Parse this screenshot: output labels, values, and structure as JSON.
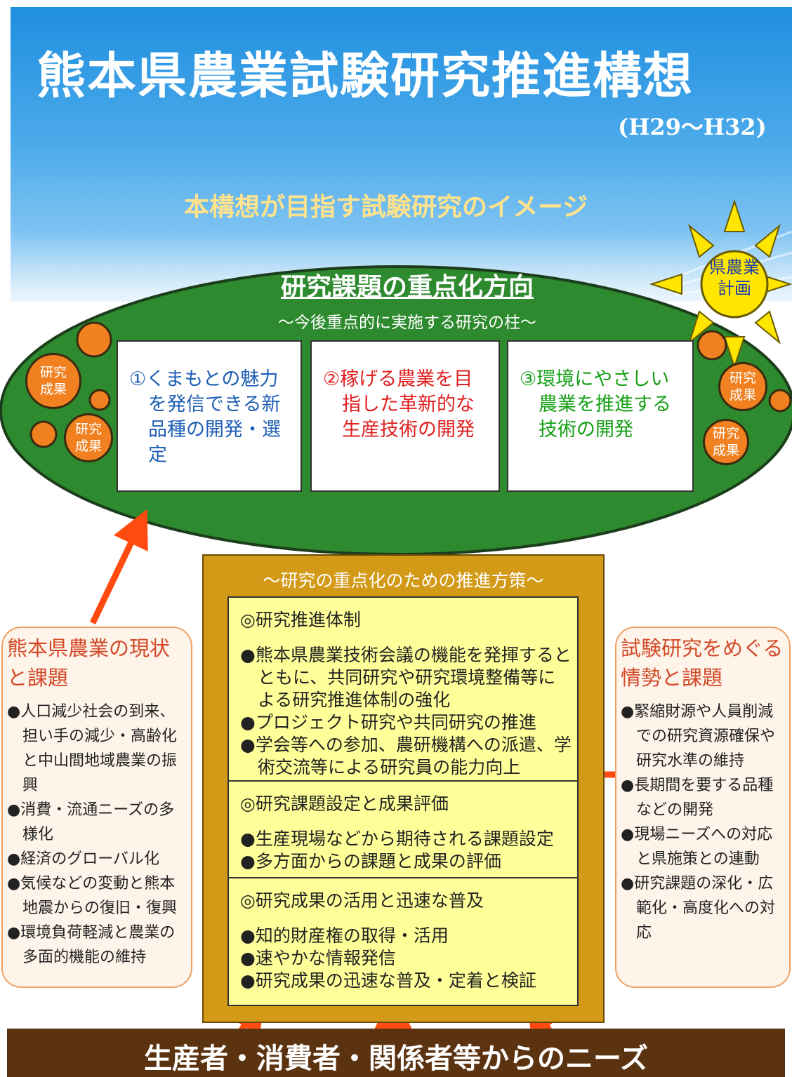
{
  "header": {
    "title": "熊本県農業試験研究推進構想",
    "period": "(H29～H32)",
    "subtitle": "本構想が目指す試験研究のイメージ"
  },
  "focus": {
    "title": "研究課題の重点化方向",
    "subtitle": "～今後重点的に実施する研究の柱～",
    "pillars": [
      {
        "text": "①くまもとの魅力を発信できる新品種の開発・選定",
        "color": "#1f5fb5"
      },
      {
        "text": "②稼げる農業を目指した革新的な生産技術の開発",
        "color": "#e02020"
      },
      {
        "text": "③環境にやさしい農業を推進する技術の開発",
        "color": "#16a016"
      }
    ],
    "orb_label": "研究\n成果"
  },
  "sun": {
    "label": "県農業\n計画"
  },
  "measures": {
    "title": "～研究の重点化のための推進方策～",
    "sections": [
      {
        "heading": "◎研究推進体制",
        "items": [
          "●熊本県農業技術会議の機能を発揮するとともに、共同研究や研究環境整備等による研究推進体制の強化",
          "●プロジェクト研究や共同研究の推進",
          "●学会等への参加、農研機構への派遣、学術交流等による研究員の能力向上"
        ]
      },
      {
        "heading": "◎研究課題設定と成果評価",
        "items": [
          "●生産現場などから期待される課題設定",
          "●多方面からの課題と成果の評価"
        ]
      },
      {
        "heading": "◎研究成果の活用と迅速な普及",
        "items": [
          "●知的財産権の取得・活用",
          "●速やかな情報発信",
          "●研究成果の迅速な普及・定着と検証"
        ]
      }
    ]
  },
  "left_panel": {
    "title": "熊本県農業の現状と課題",
    "items": [
      "●人口減少社会の到来、担い手の減少・高齢化と中山間地域農業の振興",
      "●消費・流通ニーズの多様化",
      "●経済のグローバル化",
      "●気候などの変動と熊本地震からの復旧・復興",
      "●環境負荷軽減と農業の多面的機能の維持"
    ]
  },
  "right_panel": {
    "title": "試験研究をめぐる情勢と課題",
    "items": [
      "●緊縮財源や人員削減での研究資源確保や研究水準の維持",
      "●長期間を要する品種などの開発",
      "●現場ニーズへの対応と県施策との連動",
      "●研究課題の深化・広範化・高度化への対応"
    ]
  },
  "footer": {
    "text": "生産者・消費者・関係者等からのニーズ"
  },
  "colors": {
    "sky": "#1f8fdf",
    "ellipse": "#2e8a2e",
    "orb": "#f08020",
    "sun": "#ffe600",
    "measures_bg": "#d39a17",
    "inner_bg": "#ffff99",
    "side_bg": "#fff4ea",
    "footer_bg": "#5c3310",
    "arrow": "#ff4a10"
  }
}
